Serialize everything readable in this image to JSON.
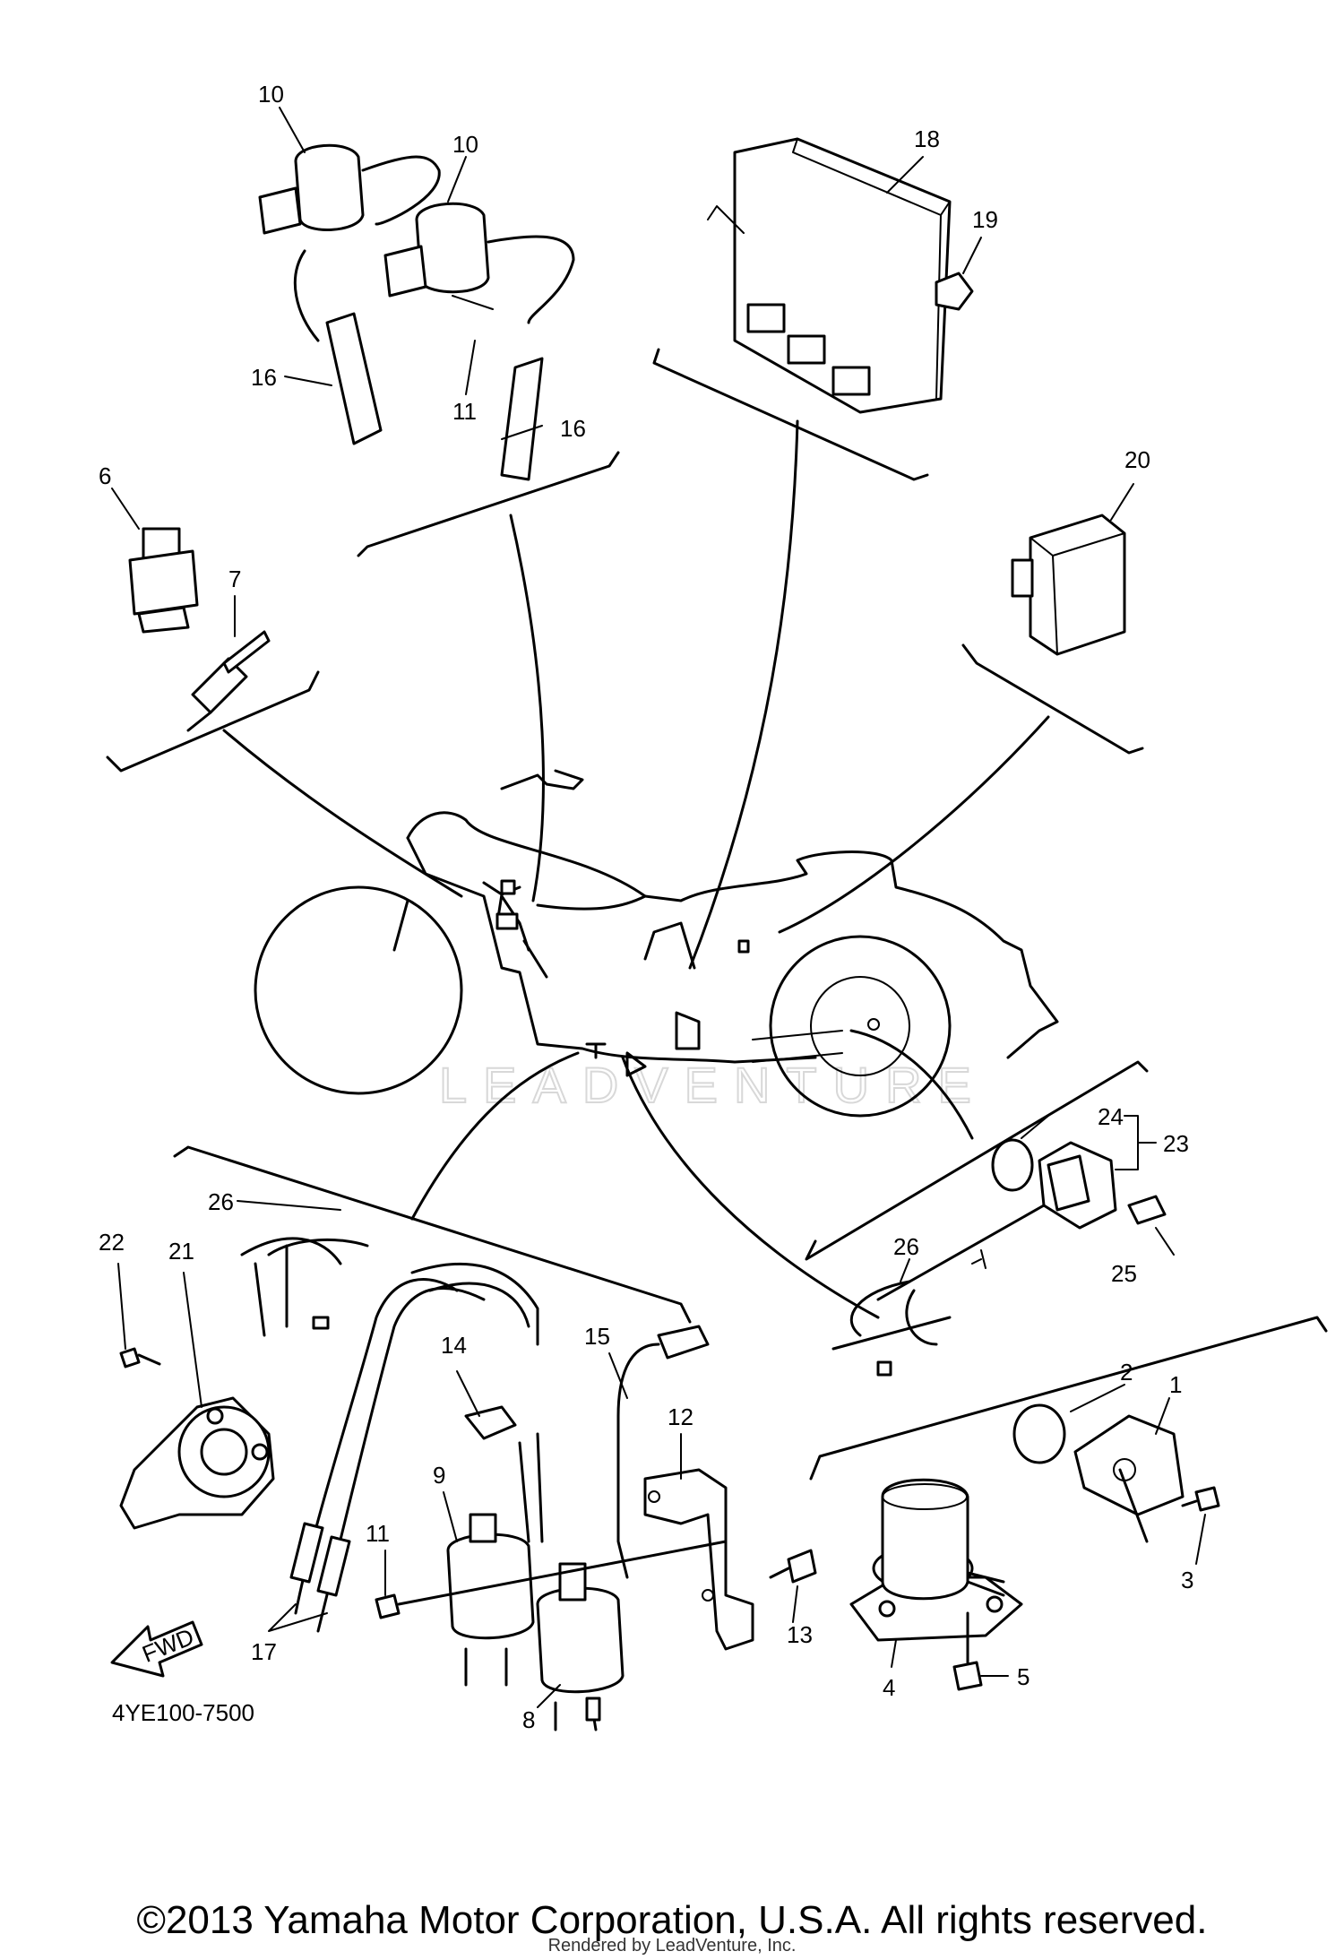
{
  "diagram": {
    "callouts": {
      "c10a": "10",
      "c10b": "10",
      "c18": "18",
      "c19": "19",
      "c16a": "16",
      "c16b": "16",
      "c11a": "11",
      "c6": "6",
      "c7": "7",
      "c20": "20",
      "c24": "24",
      "c23": "23",
      "c25": "25",
      "c26a": "26",
      "c26b": "26",
      "c22": "22",
      "c21": "21",
      "c14": "14",
      "c15": "15",
      "c12": "12",
      "c9": "9",
      "c11b": "11",
      "c17": "17",
      "c8": "8",
      "c13": "13",
      "c2": "2",
      "c1": "1",
      "c3": "3",
      "c4": "4",
      "c5": "5"
    },
    "fwd_label": "FWD",
    "part_code": "4YE100-7500",
    "watermark": "LEADVENTURE"
  },
  "footer": {
    "copyright": "©2013 Yamaha Motor Corporation, U.S.A. All rights reserved.",
    "rendered_by": "Rendered by LeadVenture, Inc."
  }
}
